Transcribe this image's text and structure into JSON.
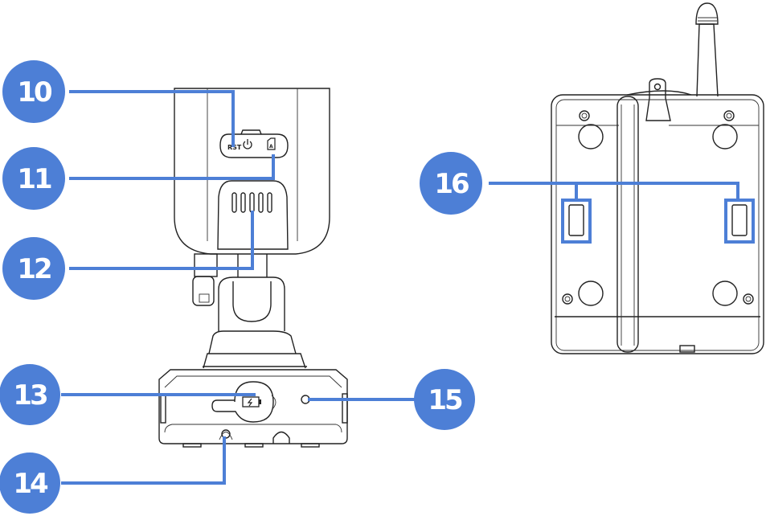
{
  "diagram": {
    "title": "Camera component callouts",
    "accent_color": "#4d7fd6",
    "views": [
      "front-camera-view",
      "back-mount-view"
    ],
    "device_labels": {
      "reset_marking": "RST",
      "power_symbol": "power-icon",
      "sd_card_symbol": "sd-card-icon",
      "battery_symbol": "battery-charging-icon"
    },
    "callouts": [
      {
        "number": "10",
        "target": "reset / power button"
      },
      {
        "number": "11",
        "target": "SD card slot"
      },
      {
        "number": "12",
        "target": "speaker grille"
      },
      {
        "number": "13",
        "target": "charging port cover"
      },
      {
        "number": "14",
        "target": "bottom hole"
      },
      {
        "number": "15",
        "target": "indicator hole"
      },
      {
        "number": "16",
        "target": "mounting slots"
      }
    ]
  }
}
